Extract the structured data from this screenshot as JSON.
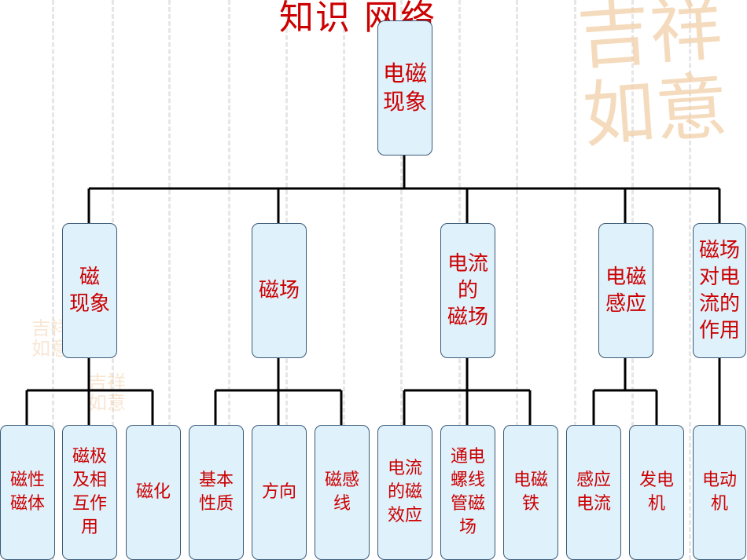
{
  "title": "知识 网络",
  "watermark": {
    "line1": "吉祥",
    "line2": "如意"
  },
  "root": {
    "lines": [
      "电磁",
      "现象"
    ]
  },
  "categories": [
    {
      "id": "c1",
      "lines": [
        "磁",
        "现象"
      ]
    },
    {
      "id": "c2",
      "lines": [
        "磁场"
      ]
    },
    {
      "id": "c3",
      "lines": [
        "电流",
        "的",
        "磁场"
      ]
    },
    {
      "id": "c4",
      "lines": [
        "电磁",
        "感应"
      ]
    },
    {
      "id": "c5",
      "lines": [
        "磁场",
        "对电",
        "流的",
        "作用"
      ]
    }
  ],
  "leaves": [
    {
      "parent": "c1",
      "lines": [
        "磁性",
        "磁体"
      ]
    },
    {
      "parent": "c1",
      "lines": [
        "磁极",
        "及相",
        "互作",
        "用"
      ]
    },
    {
      "parent": "c1",
      "lines": [
        "磁化"
      ]
    },
    {
      "parent": "c2",
      "lines": [
        "基本",
        "性质"
      ]
    },
    {
      "parent": "c2",
      "lines": [
        "方向"
      ]
    },
    {
      "parent": "c2",
      "lines": [
        "磁感",
        "线"
      ]
    },
    {
      "parent": "c3",
      "lines": [
        "电流",
        "的磁",
        "效应"
      ]
    },
    {
      "parent": "c3",
      "lines": [
        "通电",
        "螺线",
        "管磁",
        "场"
      ]
    },
    {
      "parent": "c3",
      "lines": [
        "电磁",
        "铁"
      ]
    },
    {
      "parent": "c4",
      "lines": [
        "感应",
        "电流"
      ]
    },
    {
      "parent": "c4",
      "lines": [
        "发电",
        "机"
      ]
    },
    {
      "parent": "c5",
      "lines": [
        "电动",
        "机"
      ]
    }
  ]
}
